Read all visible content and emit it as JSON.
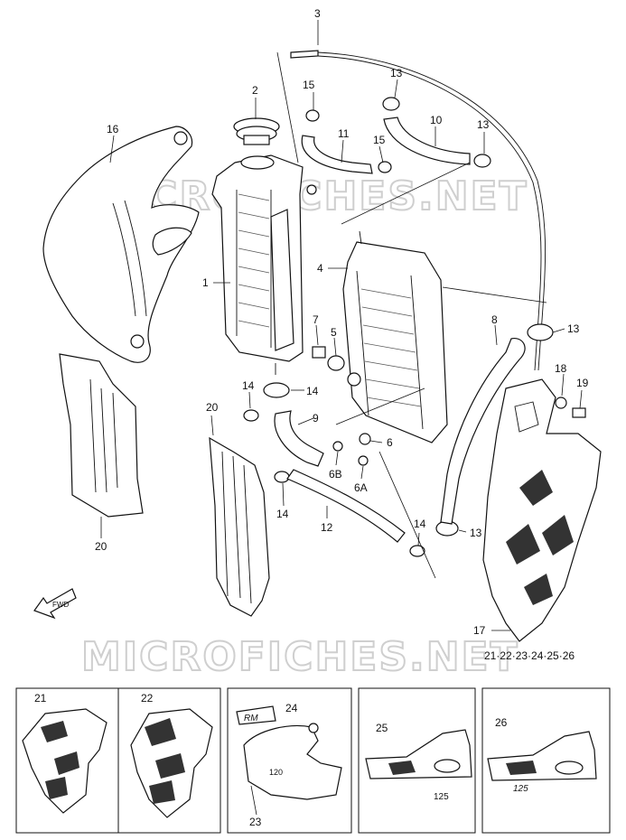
{
  "watermark": "MICROFICHES.NET",
  "fwd_label": "FWD",
  "callouts": {
    "p1": "1",
    "p2": "2",
    "p3": "3",
    "p4": "4",
    "p5": "5",
    "p6": "6",
    "p6a": "6A",
    "p6b": "6B",
    "p7": "7",
    "p8": "8",
    "p9": "9",
    "p10": "10",
    "p11": "11",
    "p12": "12",
    "p13a": "13",
    "p13b": "13",
    "p13c": "13",
    "p13d": "13",
    "p14a": "14",
    "p14b": "14",
    "p14c": "14",
    "p14d": "14",
    "p15a": "15",
    "p15b": "15",
    "p16": "16",
    "p17": "17",
    "p18": "18",
    "p19": "19",
    "p20a": "20",
    "p20b": "20",
    "set": "21·22·23·24·25·26"
  },
  "sub_panels": [
    {
      "label": "21"
    },
    {
      "label": "22"
    },
    {
      "label": "24",
      "label2": "23"
    },
    {
      "label": "25"
    },
    {
      "label": "26"
    }
  ],
  "decal_text": {
    "rm": "RM",
    "num120": "120",
    "num125a": "125",
    "num125b": "125"
  }
}
